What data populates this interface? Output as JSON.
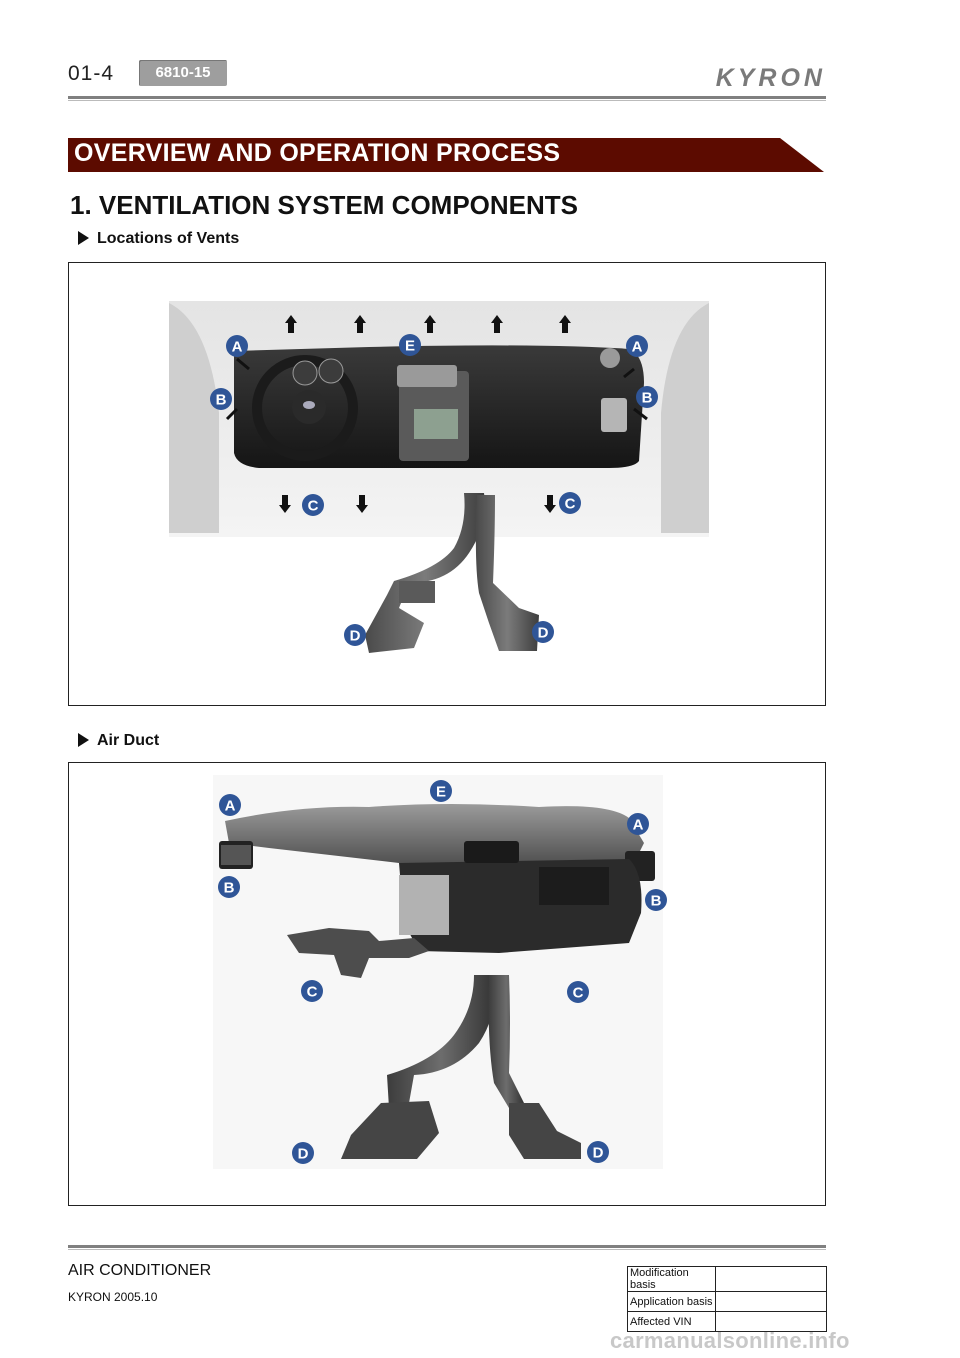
{
  "header": {
    "page_number": "01-4",
    "code": "6810-15",
    "brand": "KYRON"
  },
  "section_title": "OVERVIEW AND OPERATION PROCESS",
  "heading": "1. VENTILATION SYSTEM COMPONENTS",
  "figures": [
    {
      "caption": "Locations of Vents",
      "callouts": [
        "A",
        "A",
        "B",
        "B",
        "C",
        "C",
        "D",
        "D",
        "E"
      ]
    },
    {
      "caption": "Air Duct",
      "callouts": [
        "A",
        "A",
        "B",
        "B",
        "C",
        "C",
        "D",
        "D",
        "E"
      ]
    }
  ],
  "footer": {
    "title": "AIR CONDITIONER",
    "version": "KYRON 2005.10",
    "table": [
      {
        "label": "Modification basis",
        "value": ""
      },
      {
        "label": "Application basis",
        "value": ""
      },
      {
        "label": "Affected VIN",
        "value": ""
      }
    ]
  },
  "watermark": "carmanualsonline.info",
  "colors": {
    "banner": "#5c0b00",
    "callout": "#2f5597",
    "rule": "#808080"
  }
}
